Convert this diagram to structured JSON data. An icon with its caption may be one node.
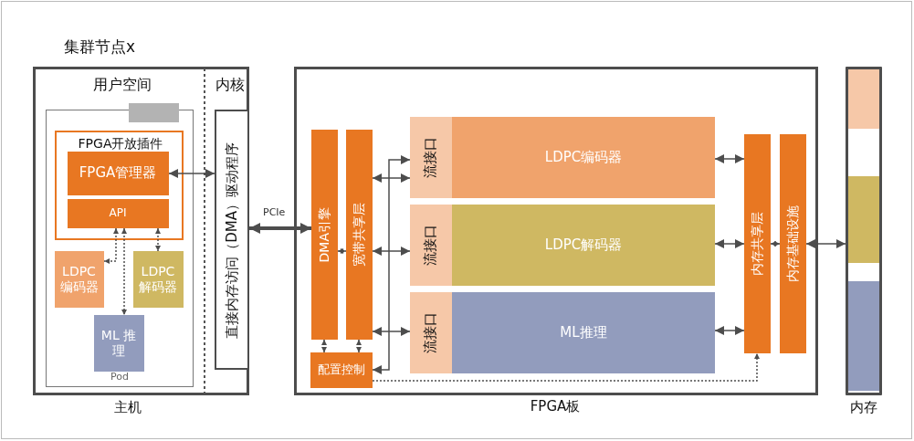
{
  "diagram": {
    "title": "集群节点x",
    "nodes": [
      {
        "text": [
          "用户空间",
          "内核"
        ],
        "beside": [
          "主机"
        ]
      },
      {
        "text": [
          "Pod"
        ],
        "in": 0
      },
      {
        "text": [],
        "shape": "box",
        "in": 1
      },
      {
        "text": [
          "FPGA开放插件"
        ],
        "in": 1
      },
      {
        "text": [
          "FPGA管理器"
        ],
        "in": 3
      },
      {
        "text": [
          "API"
        ],
        "in": 3
      },
      {
        "text": [
          "LDPC 编码器"
        ],
        "in": 1
      },
      {
        "text": [
          "LDPC 解码器"
        ],
        "in": 1
      },
      {
        "text": [
          "ML 推理"
        ],
        "in": 1
      },
      {
        "text": [
          "直接内存访问（DMA）驱动程序"
        ],
        "in": 0
      },
      {
        "text": [],
        "shape": "box",
        "beside": [
          "FPGA板"
        ]
      },
      {
        "text": [
          "DMA引擎"
        ],
        "in": 10
      },
      {
        "text": [
          "宽带共享层"
        ],
        "in": 10
      },
      {
        "text": [
          "配置控制"
        ],
        "in": 10
      },
      {
        "text": [
          "流接口"
        ],
        "in": 10
      },
      {
        "text": [
          "LDPC编码器"
        ],
        "in": 10
      },
      {
        "text": [
          "流接口"
        ],
        "in": 10
      },
      {
        "text": [
          "LDPC解码器"
        ],
        "in": 10
      },
      {
        "text": [
          "流接口"
        ],
        "in": 10
      },
      {
        "text": [
          "ML推理"
        ],
        "in": 10
      },
      {
        "text": [
          "内存共享层"
        ],
        "in": 10
      },
      {
        "text": [
          "内存基础设施"
        ],
        "in": 10
      },
      {
        "text": [],
        "shape": "bar",
        "beside": [
          "内存"
        ]
      }
    ],
    "edges": [
      {
        "from": 4,
        "to": 9,
        "arrow": "both"
      },
      {
        "from": 9,
        "to": 11,
        "arrow": "both",
        "label": "PCIe",
        "style": "thick"
      },
      {
        "from": 5,
        "to": 6,
        "arrow": "both",
        "style": "dashed"
      },
      {
        "from": 5,
        "to": 8,
        "arrow": "both",
        "style": "dashed"
      },
      {
        "from": 5,
        "to": 7,
        "arrow": "both",
        "style": "dashed"
      },
      {
        "from": 11,
        "to": 12,
        "arrow": "both",
        "style": "dashed"
      },
      {
        "from": 11,
        "to": 13,
        "arrow": "both",
        "style": "dashed"
      },
      {
        "from": 12,
        "to": 13,
        "arrow": "both",
        "style": "dashed"
      },
      {
        "from": 13,
        "to": 14,
        "arrow": "both"
      },
      {
        "from": 12,
        "to": 14,
        "arrow": "both"
      },
      {
        "from": 12,
        "to": 16,
        "arrow": "both"
      },
      {
        "from": 12,
        "to": 18,
        "arrow": "both"
      },
      {
        "from": 15,
        "to": 20,
        "arrow": "both"
      },
      {
        "from": 17,
        "to": 20,
        "arrow": "both"
      },
      {
        "from": 19,
        "to": 20,
        "arrow": "both"
      },
      {
        "from": 20,
        "to": 21,
        "arrow": "both",
        "style": "dashed"
      },
      {
        "from": 21,
        "to": 22,
        "arrow": "both"
      },
      {
        "from": 13,
        "to": 20,
        "arrow": "to",
        "style": "dashed"
      }
    ]
  }
}
